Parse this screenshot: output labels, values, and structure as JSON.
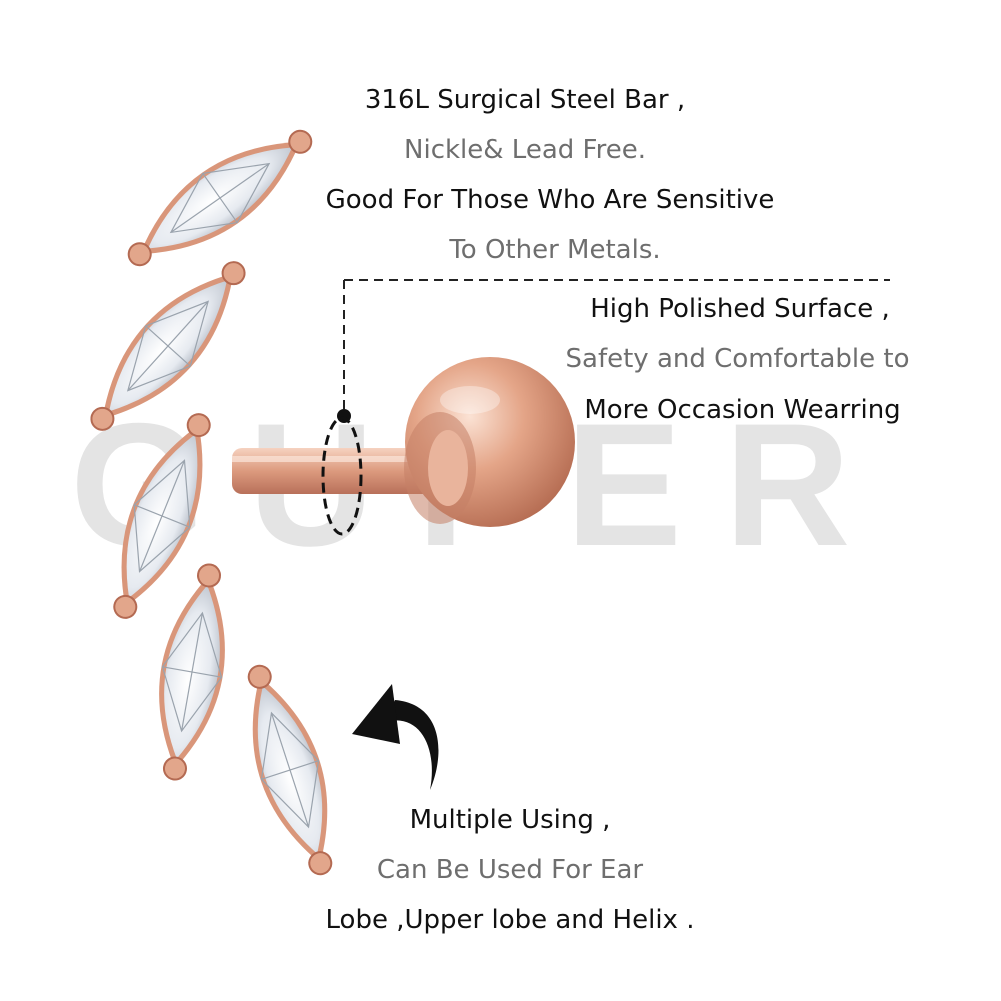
{
  "watermark": {
    "text": "GUFER"
  },
  "callouts": {
    "material": {
      "line1": "316L Surgical Steel Bar ,",
      "line2": "Nickle& Lead Free.",
      "line3": "Good For Those Who Are Sensitive",
      "line4": "To Other Metals."
    },
    "surface": {
      "line1": "High Polished Surface ,",
      "line2": "Safety and Comfortable to",
      "line3": "More Occasion Wearring"
    },
    "usage": {
      "line1": "Multiple Using ,",
      "line2": "Can Be Used For Ear",
      "line3": "Lobe ,Upper lobe and Helix ."
    }
  },
  "colors": {
    "rose_gold": "#d9967a",
    "rose_gold_dark": "#b46a52",
    "crystal": "#e9edf2",
    "text_dark": "#111111",
    "text_grey": "#6e6e6e"
  }
}
